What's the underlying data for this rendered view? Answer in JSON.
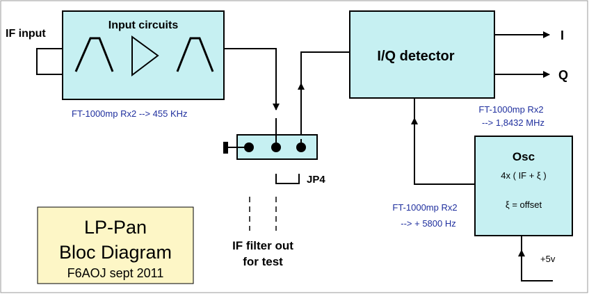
{
  "diagram": {
    "if_input_label": "IF input",
    "input_circuits_title": "Input circuits",
    "input_note": "FT-1000mp Rx2 --> 455 KHz",
    "iq_detector_label": "I/Q detector",
    "output_i": "I",
    "output_q": "Q",
    "detector_note_line1": "FT-1000mp Rx2",
    "detector_note_line2": "--> 1,8432 MHz",
    "osc_title": "Osc",
    "osc_formula": "4x ( IF + ξ )",
    "osc_offset": "ξ = offset",
    "osc_note_line1": "FT-1000mp Rx2",
    "osc_note_line2": "--> + 5800 Hz",
    "supply_label": "+5v",
    "jumper_label": "JP4",
    "filter_out_line1": "IF filter out",
    "filter_out_line2": "for test",
    "title_line1": "LP-Pan",
    "title_line2": "Bloc Diagram",
    "title_line3": "F6AOJ sept  2011"
  },
  "colors": {
    "block_fill": "#c6f0f2",
    "title_fill": "#fdf6c6",
    "note_text": "#1f2f9e",
    "line": "#000000"
  }
}
